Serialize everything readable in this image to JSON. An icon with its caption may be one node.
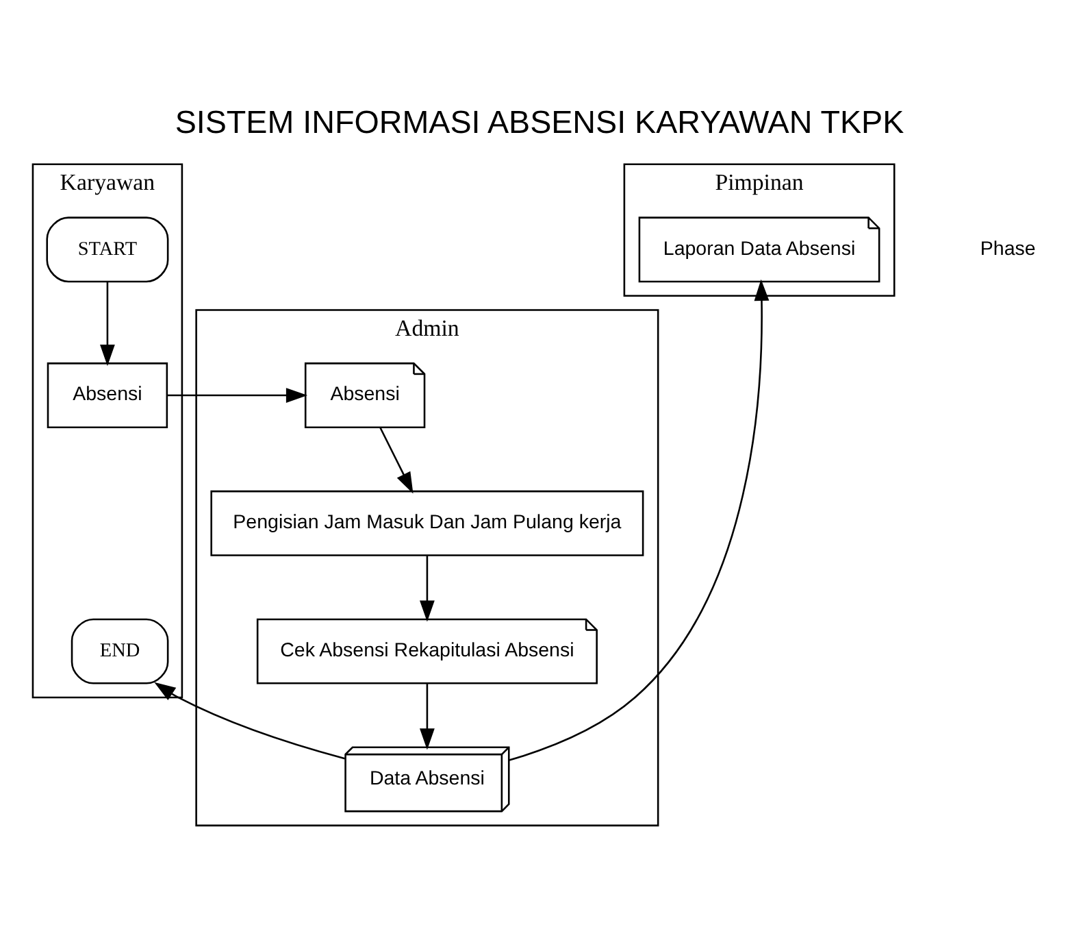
{
  "diagram": {
    "title": "SISTEM INFORMASI ABSENSI KARYAWAN TKPK",
    "nodes": [
      {
        "text": [
          "Karyawan"
        ]
      },
      {
        "text": [
          "START"
        ],
        "in": 0
      },
      {
        "text": [
          "Absensi"
        ],
        "in": 0
      },
      {
        "text": [
          "END"
        ],
        "in": 0
      },
      {
        "text": [
          "Admin"
        ]
      },
      {
        "text": [
          "Absensi"
        ],
        "in": 4
      },
      {
        "text": [
          "Pengisian Jam Masuk Dan Jam Pulang kerja"
        ],
        "in": 4
      },
      {
        "text": [
          "Cek Absensi Rekapitulasi Absensi"
        ],
        "in": 4
      },
      {
        "text": [
          "Data Absensi"
        ],
        "in": 4
      },
      {
        "text": [
          "Pimpinan"
        ]
      },
      {
        "text": [
          "Laporan Data Absensi"
        ],
        "in": 9
      }
    ],
    "edges": [
      {
        "from": 1,
        "to": 2,
        "arrow": "to"
      },
      {
        "from": 2,
        "to": 5,
        "arrow": "to"
      },
      {
        "from": 5,
        "to": 6,
        "arrow": "to"
      },
      {
        "from": 6,
        "to": 7,
        "arrow": "to"
      },
      {
        "from": 7,
        "to": 8,
        "arrow": "to"
      },
      {
        "from": 8,
        "to": 10,
        "arrow": "to"
      },
      {
        "from": 8,
        "to": 3,
        "arrow": "to"
      }
    ],
    "labels": [
      "Phase"
    ]
  }
}
